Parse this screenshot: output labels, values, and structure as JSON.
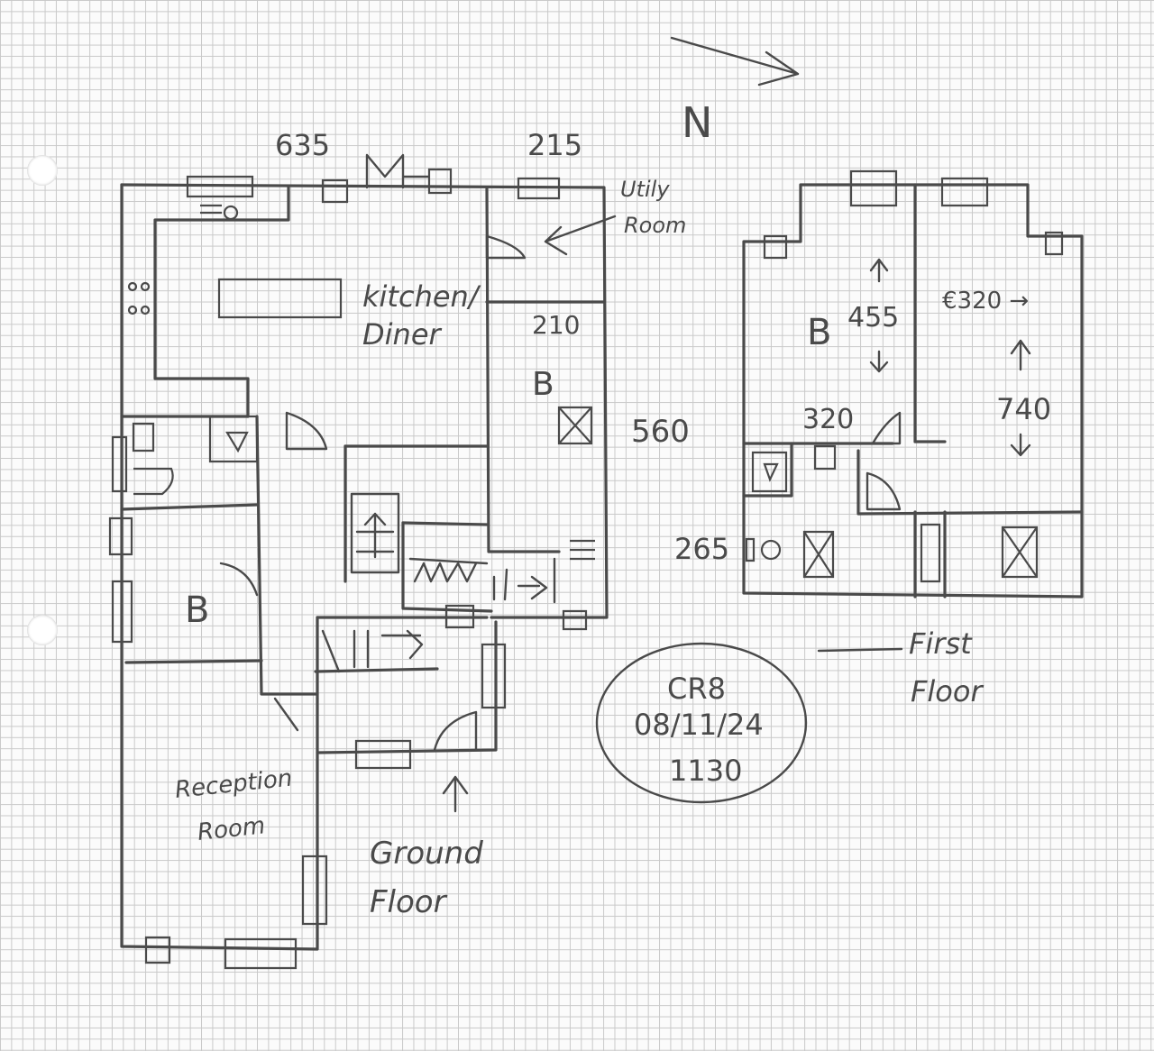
{
  "compass": {
    "letter": "N"
  },
  "dimensions": {
    "d635": "635",
    "d215": "215",
    "d210": "210",
    "d560": "560",
    "d455": "455",
    "d320_top": "€320 →",
    "d320_mid": "320",
    "d740": "740",
    "d265": "265"
  },
  "rooms": {
    "utility_line1": "Utily",
    "utility_line2": "Room",
    "kitchen_line1": "kitchen/",
    "kitchen_line2": "Diner",
    "bedroom_label": "B",
    "reception_line1": "Reception",
    "reception_line2": "Room"
  },
  "floors": {
    "ground_line1": "Ground",
    "ground_line2": "Floor",
    "first_line1": "First",
    "first_line2": "Floor"
  },
  "stamp": {
    "ref": "CR8",
    "date": "08/11/24",
    "time": "1130"
  }
}
